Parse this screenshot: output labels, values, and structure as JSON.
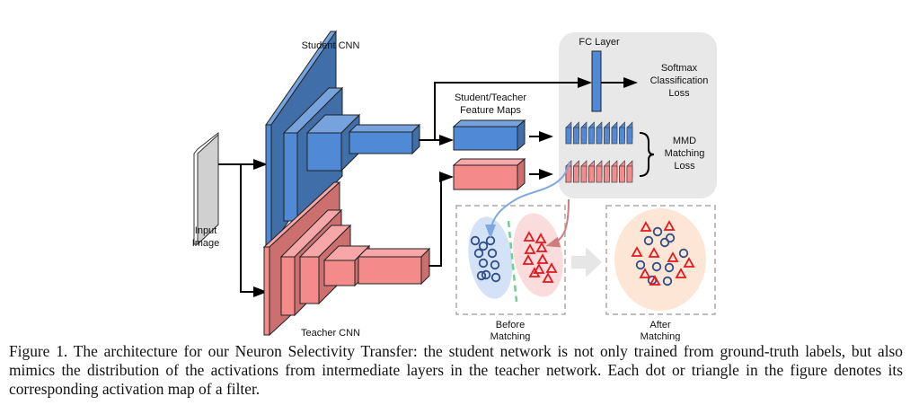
{
  "figure": {
    "labels": {
      "student_cnn": "Student CNN",
      "teacher_cnn": "Teacher CNN",
      "input_image": [
        "Input",
        "Image"
      ],
      "feature_maps": [
        "Student/Teacher",
        "Feature Maps"
      ],
      "fc_layer": "FC Layer",
      "softmax_loss": [
        "Softmax",
        "Classification",
        "Loss"
      ],
      "mmd_loss": [
        "MMD",
        "Matching",
        "Loss"
      ],
      "before_matching": [
        "Before",
        "Matching"
      ],
      "after_matching": [
        "After",
        "Matching"
      ]
    },
    "colors": {
      "student": "#5089d6",
      "student_dark": "#3f6ea9",
      "student_light": "#76a3dd",
      "teacher": "#f48a8a",
      "teacher_dark": "#cc6f6f",
      "teacher_light": "#f7a7a7",
      "loss_panel": "#e8e8e8",
      "circle_marker": "#2f4f86",
      "triangle_marker": "#e8161c",
      "student_cluster": "#d3e2f6",
      "teacher_cluster": "#fbdcdc",
      "merged_cluster": "#fde6d6",
      "separator": "#6fd08f"
    },
    "feature_map_stack_count": 9,
    "before_circles": 10,
    "before_triangles": 10,
    "after_circles": 10,
    "after_triangles": 9
  },
  "caption": {
    "line1": "Figure 1. The architecture for our Neuron Selectivity Transfer: the student network is not only trained from ground-truth labels, but also",
    "line2": "mimics the distribution of the activations from intermediate layers in the teacher network. Each dot or triangle in the figure denotes its",
    "line3": "corresponding activation map of a filter."
  }
}
